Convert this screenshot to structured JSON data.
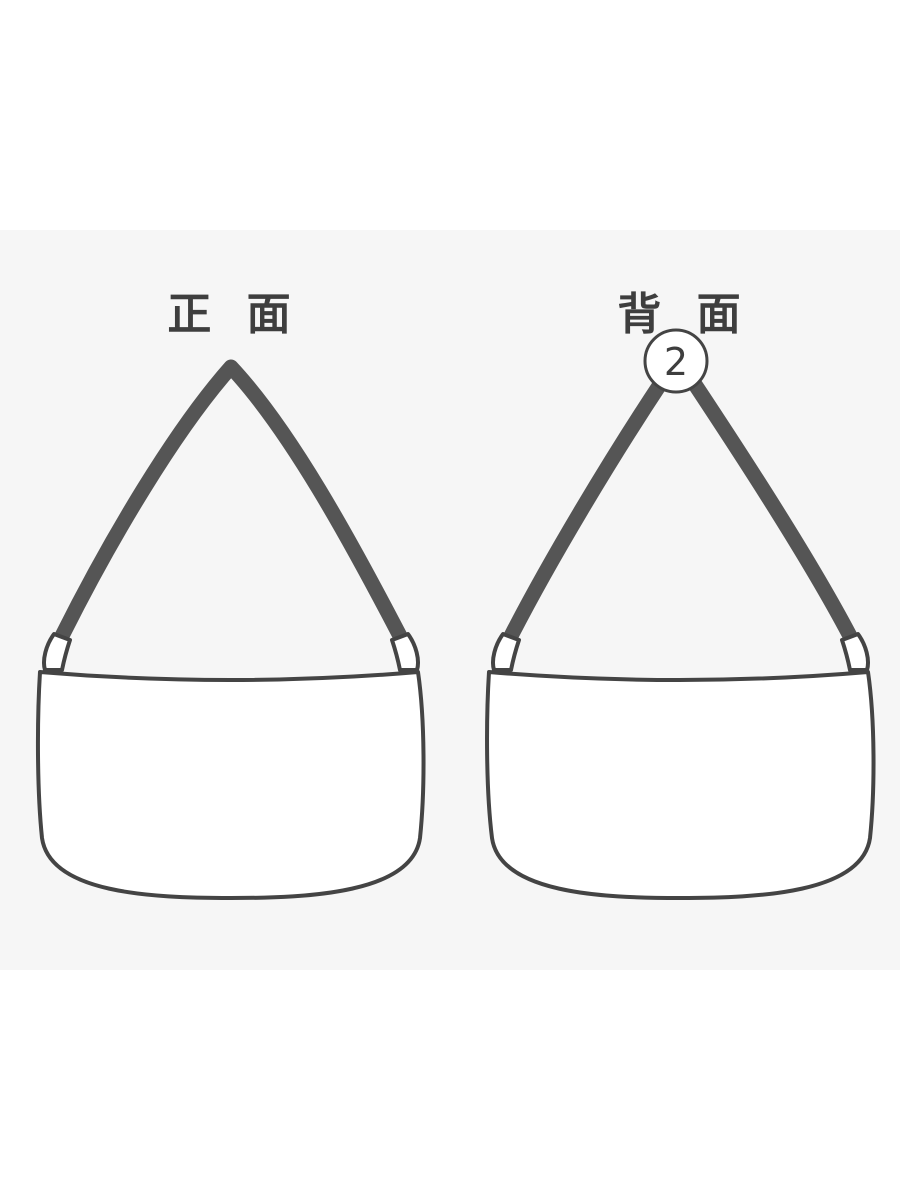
{
  "views": {
    "front": {
      "label": "正 面"
    },
    "back": {
      "label": "背 面",
      "marker": "2"
    }
  },
  "colors": {
    "background": "#ffffff",
    "panel": "#f6f6f6",
    "strap": "#555555",
    "outline": "#444444",
    "label": "#3e3e3e"
  }
}
